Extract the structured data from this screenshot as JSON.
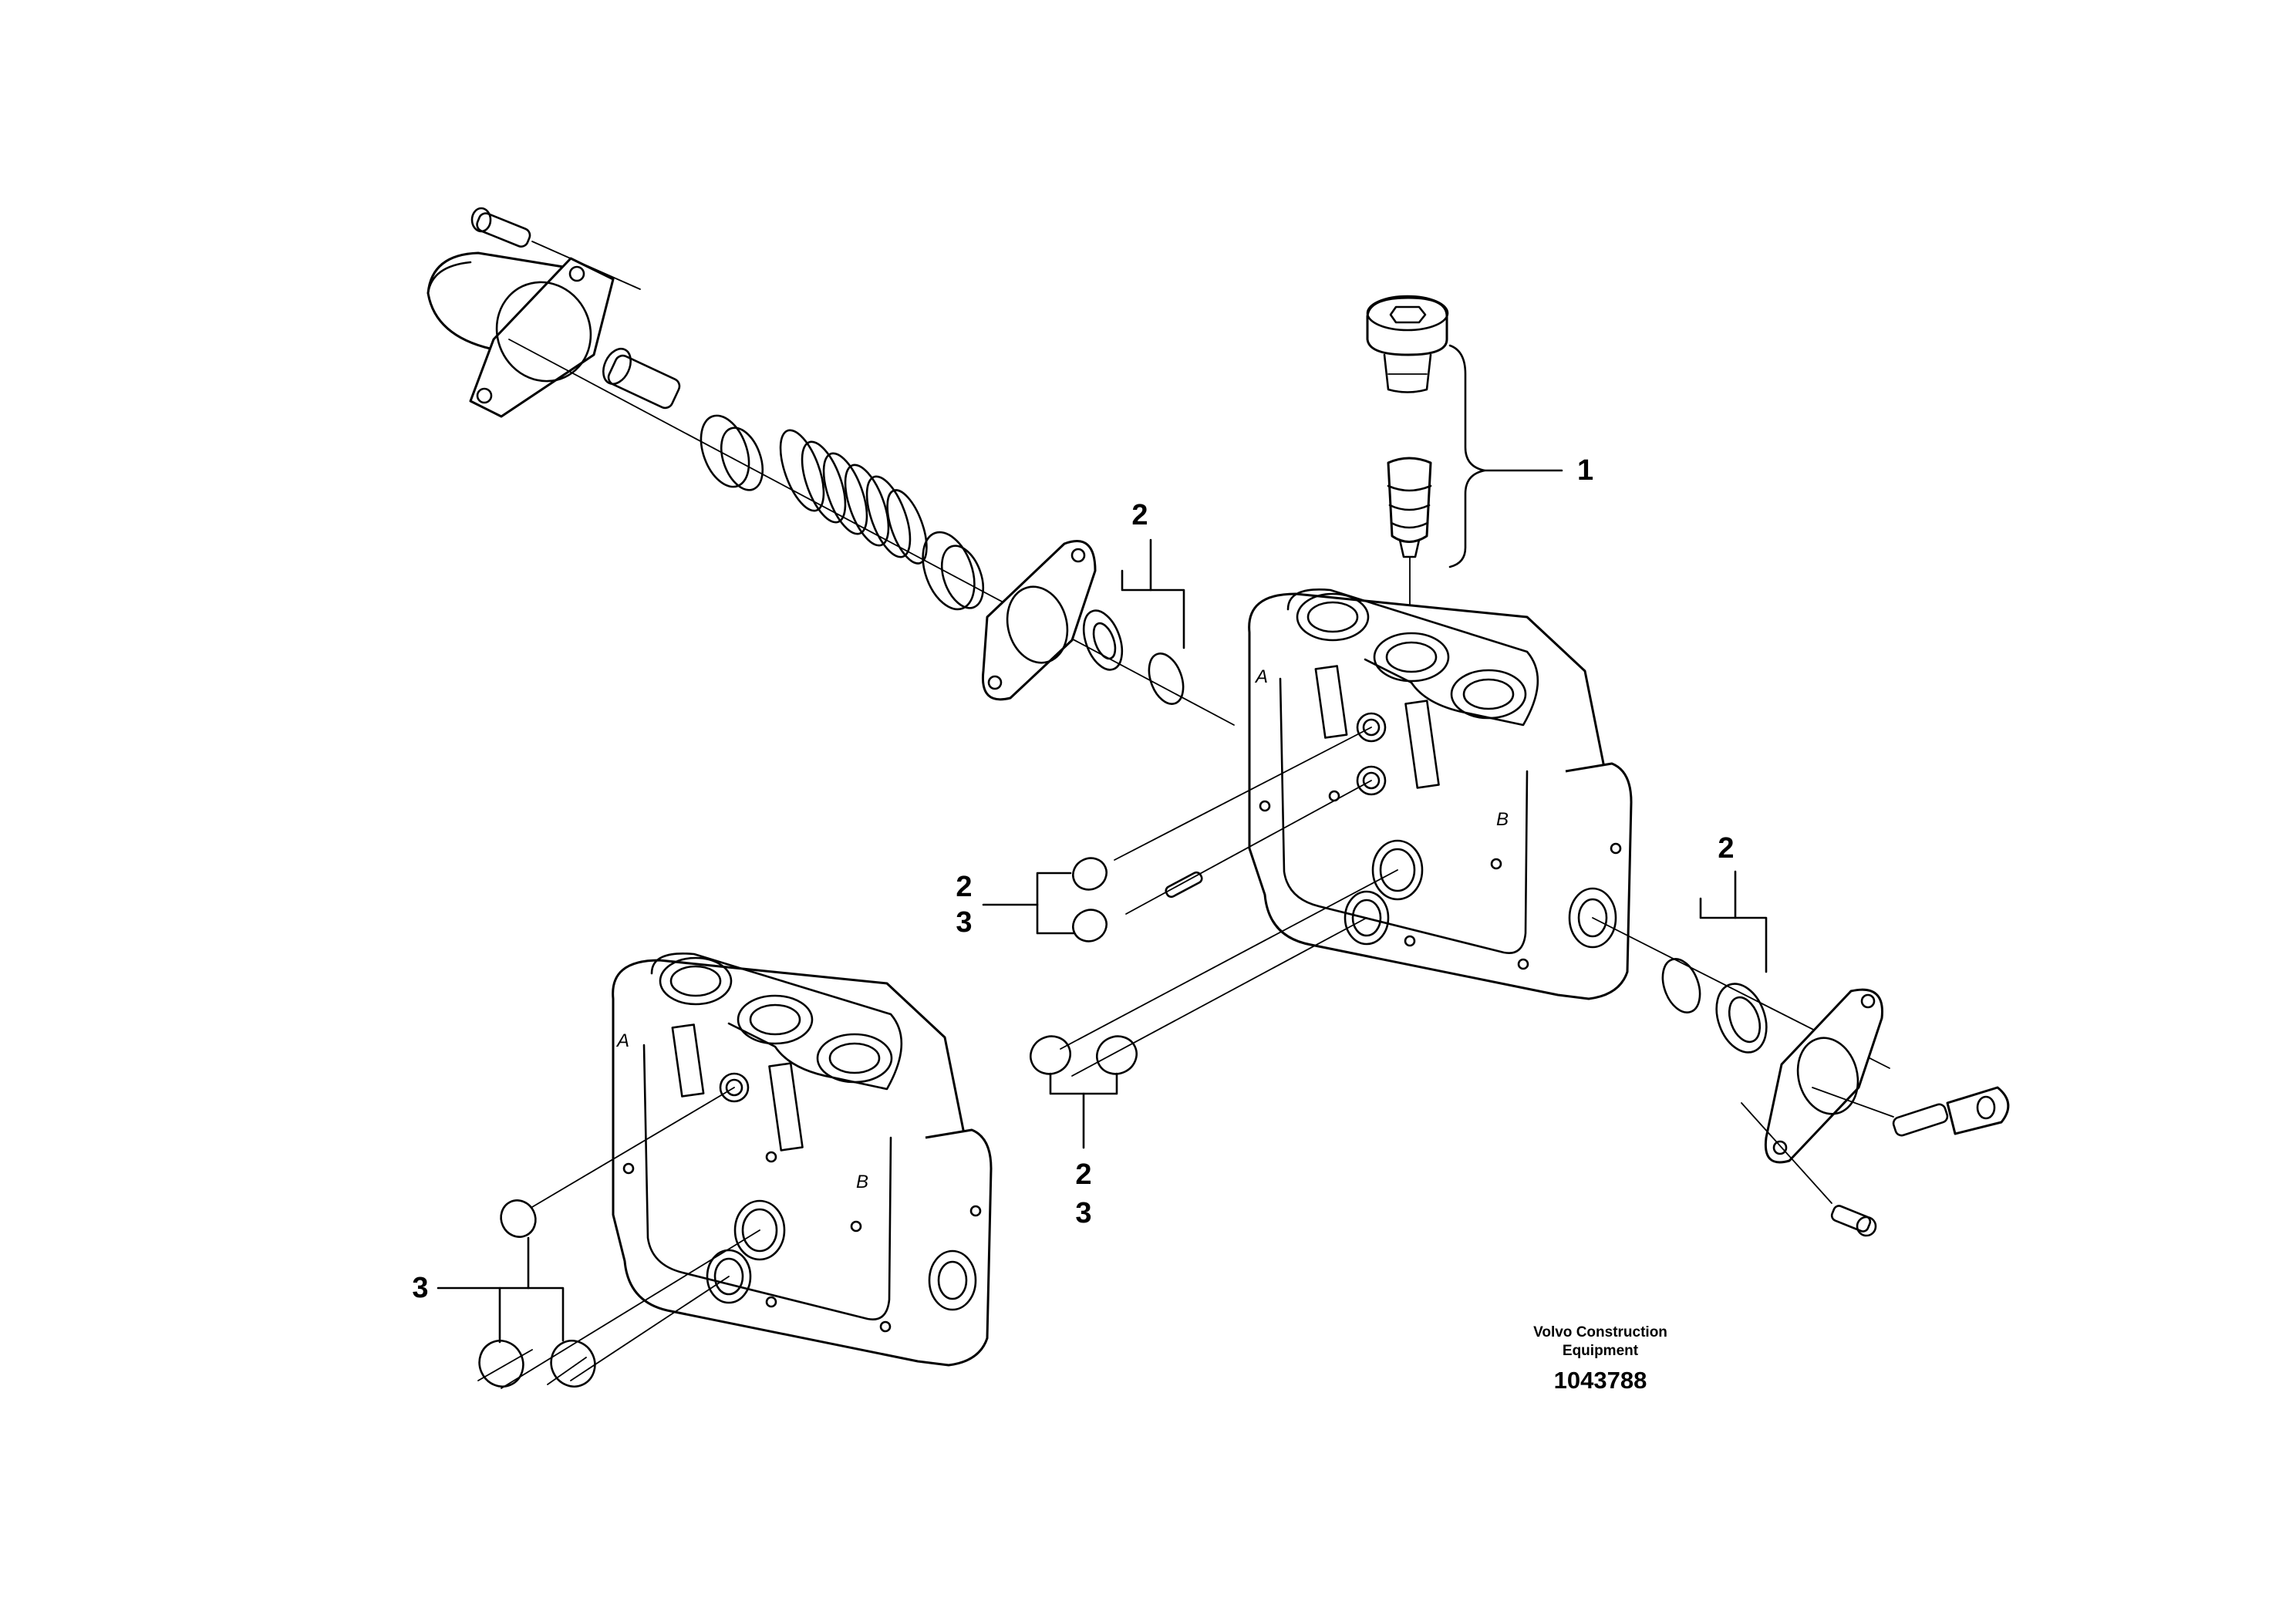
{
  "callouts": {
    "c1": "1",
    "c2a": "2",
    "c2b": "2",
    "c3b": "3",
    "c2c": "2",
    "c2d": "2",
    "c3d": "3",
    "c3e": "3"
  },
  "port_marks": {
    "a_upper": "A",
    "b_upper": "B",
    "a_lower": "A",
    "b_lower": "B"
  },
  "stamp": {
    "line1": "Volvo Construction",
    "line2": "Equipment",
    "number": "1043788"
  }
}
